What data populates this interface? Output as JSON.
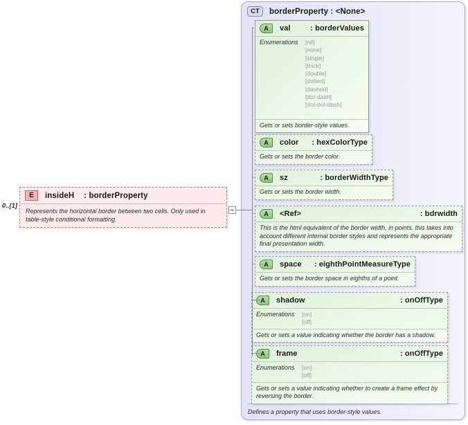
{
  "element": {
    "cardinality": "0..[1]",
    "badge": "E",
    "name": "insideH",
    "type": ": borderProperty",
    "documentation": "Represents the horizontal border between two cells. Only used in table-style conditional formatting."
  },
  "complex_type": {
    "badge": "CT",
    "title": "borderProperty : <None>",
    "footer": "Defines a property that uses border-style values.",
    "attributes": [
      {
        "badge": "A",
        "name": "val",
        "type": ": borderValues",
        "required": true,
        "enumerations_label": "Enumerations",
        "enumerations": [
          "[nil]",
          "[none]",
          "[single]",
          "[thick]",
          "[double]",
          "[dotted]",
          "[dashed]",
          "[dot-dash]",
          "[dot-dot-dash]",
          "..."
        ],
        "documentation": "Gets or sets border-style values."
      },
      {
        "badge": "A",
        "name": "color",
        "type": ": hexColorType",
        "required": false,
        "documentation": "Gets or sets the border color."
      },
      {
        "badge": "A",
        "name": "sz",
        "type": ": borderWidthType",
        "required": false,
        "documentation": "Gets or sets the border width."
      },
      {
        "badge": "A",
        "name": "<Ref>",
        "type": ": bdrwidth",
        "required": false,
        "documentation": "This is the html equivalent of the border width, in points.  this takes into account different internal border styles and represents the appropriate final presentation width."
      },
      {
        "badge": "A",
        "name": "space",
        "type": ": eighthPointMeasureType",
        "required": false,
        "documentation": "Gets or sets the border space in eighths of a point."
      },
      {
        "badge": "A",
        "name": "shadow",
        "type": ": onOffType",
        "required": false,
        "enumerations_label": "Enumerations",
        "enumerations": [
          "[on]",
          "[off]"
        ],
        "documentation": "Gets or sets a value indicating whether the border has a shadow."
      },
      {
        "badge": "A",
        "name": "frame",
        "type": ": onOffType",
        "required": false,
        "enumerations_label": "Enumerations",
        "enumerations": [
          "[on]",
          "[off]"
        ],
        "documentation": "Gets or sets a value indicating whether to create a frame effect by reversing the border."
      }
    ]
  },
  "colors": {
    "element_fill": "#fdeaea",
    "element_badge": "#f3b3b3",
    "container_fill": "#e7e6f7",
    "attribute_fill": "#e6f4e3",
    "attribute_badge": "#9fd08f",
    "connector": "#8a8a8a"
  }
}
